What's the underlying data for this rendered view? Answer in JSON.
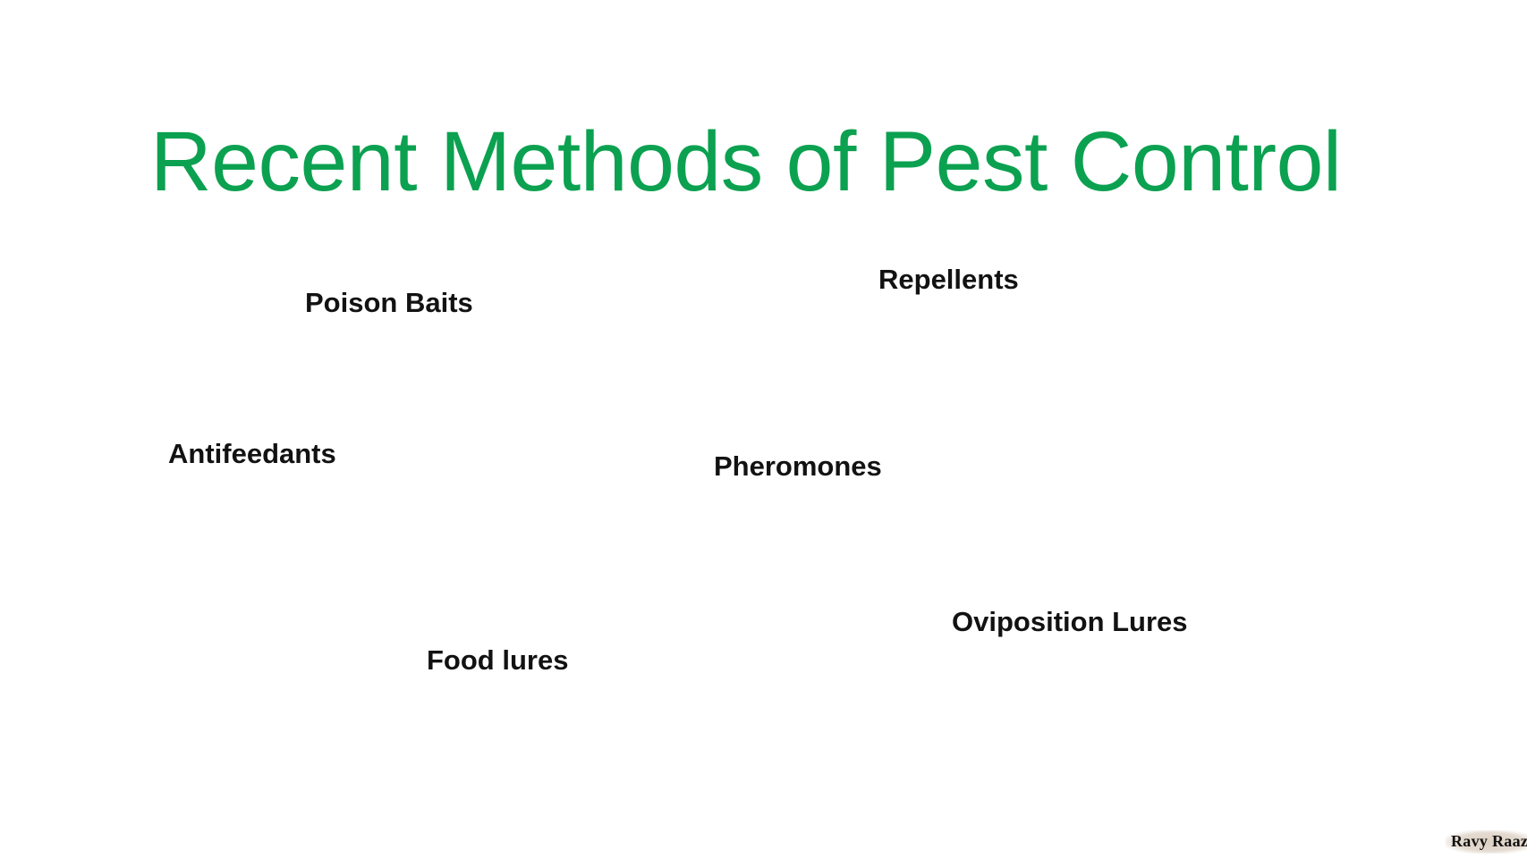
{
  "slide": {
    "background_color": "#ffffff",
    "title": {
      "text": "Recent Methods of Pest Control",
      "color": "#0ba150"
    },
    "labels": [
      {
        "id": "poison-baits",
        "text": "Poison Baits"
      },
      {
        "id": "repellents",
        "text": "Repellents"
      },
      {
        "id": "antifeedants",
        "text": "Antifeedants"
      },
      {
        "id": "pheromones",
        "text": "Pheromones"
      },
      {
        "id": "oviposition-lures",
        "text": "Oviposition Lures"
      },
      {
        "id": "food-lures",
        "text": "Food lures"
      }
    ],
    "label_color": "#121212",
    "watermark": {
      "text": "Ravy Raaz",
      "background_color": "#ded2c2"
    }
  }
}
